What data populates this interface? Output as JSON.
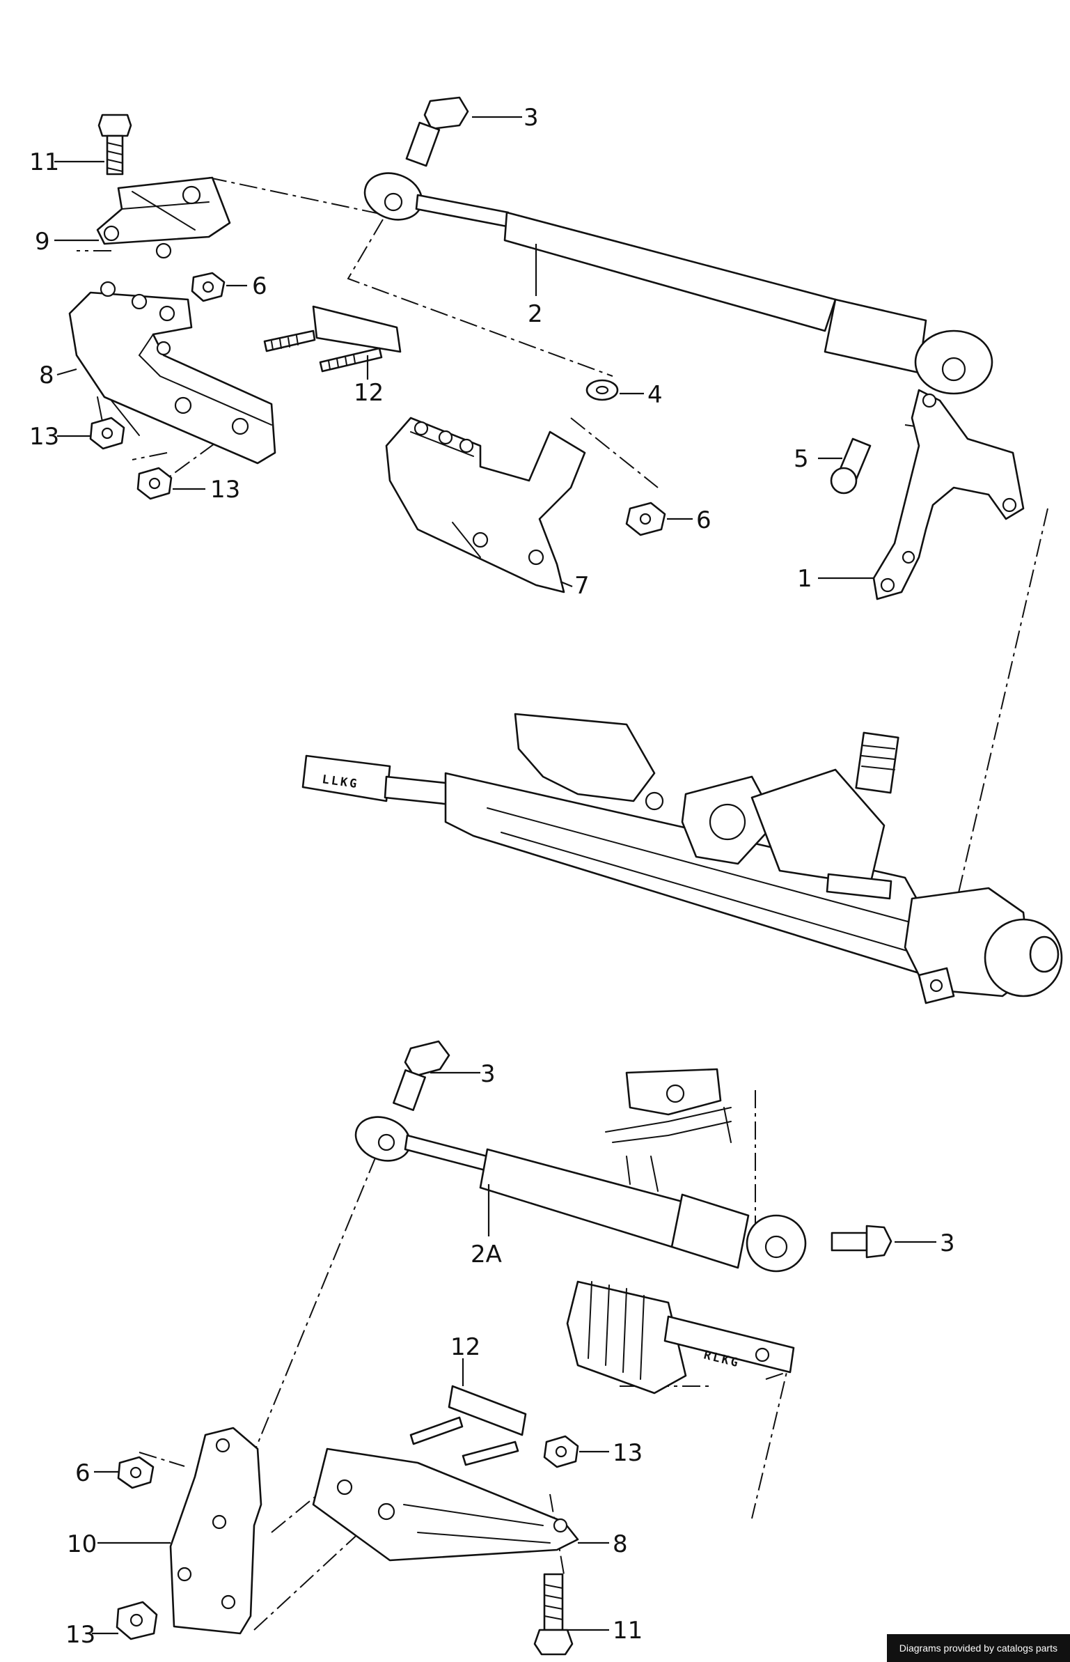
{
  "diagram": {
    "callouts": {
      "c1": "1",
      "c2": "2",
      "c2a": "2A",
      "c3a": "3",
      "c3b": "3",
      "c3c": "3",
      "c4": "4",
      "c5": "5",
      "c6a": "6",
      "c6b": "6",
      "c6c": "6",
      "c7": "7",
      "c8a": "8",
      "c8b": "8",
      "c9": "9",
      "c10": "10",
      "c11a": "11",
      "c11b": "11",
      "c12a": "12",
      "c12b": "12",
      "c13a": "13",
      "c13b": "13",
      "c13c": "13",
      "c13d": "13"
    },
    "stamps": {
      "left_rack_end": "LLKG",
      "right_rack_end": "RLKG"
    }
  },
  "footer": {
    "credit": "Diagrams provided by catalogs parts"
  }
}
